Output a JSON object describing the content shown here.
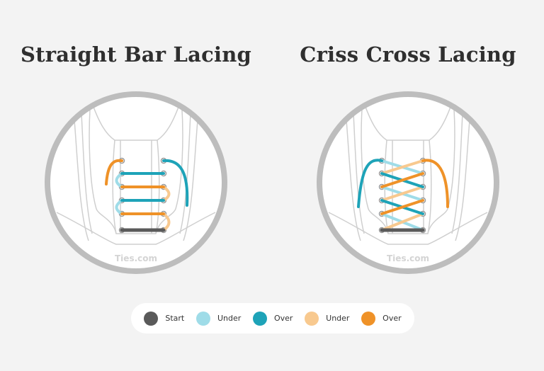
{
  "panels": [
    {
      "title": "Straight Bar Lacing",
      "watermark": "Ties.com"
    },
    {
      "title": "Criss Cross Lacing",
      "watermark": "Ties.com"
    }
  ],
  "legend": [
    {
      "label": "Start",
      "color": "#5a5a5a"
    },
    {
      "label": "Under",
      "color": "#9fdce8"
    },
    {
      "label": "Over",
      "color": "#1ea3b8"
    },
    {
      "label": "Under",
      "color": "#f8c98f"
    },
    {
      "label": "Over",
      "color": "#ef9228"
    }
  ],
  "colors": {
    "background": "#f3f3f3",
    "ring": "#bdbdbd",
    "shoe_outline": "#cfcfcf",
    "start": "#5a5a5a",
    "teal_over": "#1ea3b8",
    "teal_under": "#9fdce8",
    "orange_over": "#ef9228",
    "orange_under": "#f8c98f"
  }
}
